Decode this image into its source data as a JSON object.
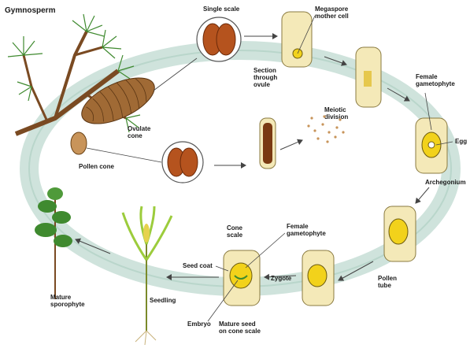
{
  "title": "Gymnosperm",
  "labels": {
    "single_scale": "Single scale",
    "megaspore_mother_cell": [
      "Megaspore",
      "mother cell"
    ],
    "section_through_ovule": [
      "Section",
      "through",
      "ovule"
    ],
    "meiotic_division": [
      "Meiotic",
      "division"
    ],
    "female_gametophyte_top": [
      "Female",
      "gametophyte"
    ],
    "egg": "Egg",
    "archegonium": "Archegonium",
    "ovulate_cone": [
      "Ovulate",
      "cone"
    ],
    "pollen_cone": "Pollen cone",
    "pollen_tube": [
      "Pollen",
      "tube"
    ],
    "cone_scale": [
      "Cone",
      "scale"
    ],
    "female_gametophyte_bottom": [
      "Female",
      "gametophyte"
    ],
    "seed_coat": "Seed coat",
    "zygote": "Zygote",
    "seedling": "Seedling",
    "embryo": "Embryo",
    "mature_seed": [
      "Mature seed",
      "on cone scale"
    ],
    "mature_sporophyte": [
      "Mature",
      "sporophyte"
    ]
  },
  "colors": {
    "cycle_ring": "#cfe3dc",
    "ovule_fill": "#f4e9b8",
    "cone_brown": "#8b5a2b",
    "scale_red": "#b5531e",
    "gametophyte_yellow": "#f2d21b",
    "foliage_green": "#3f8a2f",
    "seedling_green": "#9ccc3c"
  }
}
